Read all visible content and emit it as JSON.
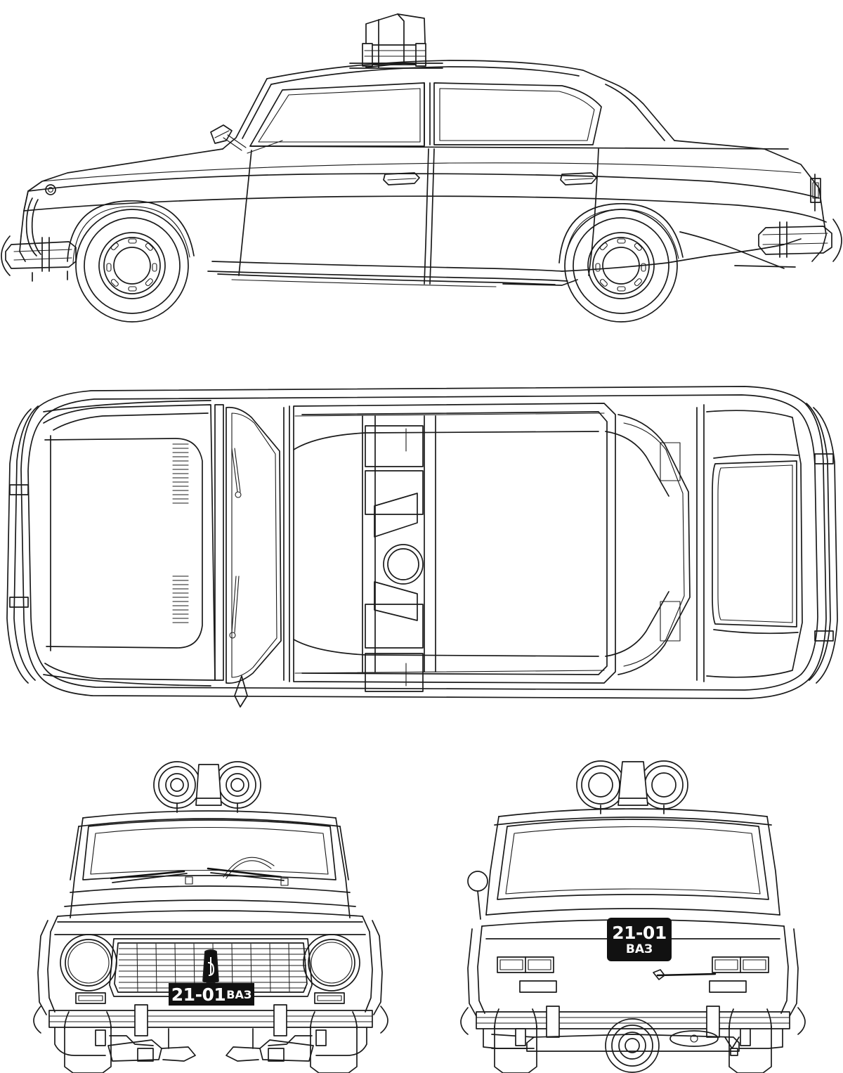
{
  "document": {
    "kind": "vehicle-blueprint",
    "subject": "VAZ-2101 police car",
    "background_color": "#ffffff",
    "line_color": "#1a1a1a",
    "plate_background": "#111111",
    "plate_text_color": "#ffffff"
  },
  "views": [
    {
      "id": "side",
      "label": "side-elevation-view"
    },
    {
      "id": "top",
      "label": "top-plan-view"
    },
    {
      "id": "front",
      "label": "front-elevation-view"
    },
    {
      "id": "rear",
      "label": "rear-elevation-view"
    }
  ],
  "license_plates": {
    "front": {
      "number": "21-01",
      "marque": "ВАЗ",
      "layout": "single-line"
    },
    "rear": {
      "number": "21-01",
      "marque": "ВАЗ",
      "layout": "two-line"
    }
  },
  "equipment": {
    "roof_rack": "roof-mounted-equipment-rack",
    "beacons": 2,
    "loudspeakers": 2,
    "speaker_shape": "trapezoid",
    "beacon_shape": "circle",
    "antenna": "rear-deck-antenna"
  },
  "details": {
    "grille_columns": 10,
    "grille_rows": 8,
    "wheel_vent_slots": 8,
    "headlights": 2,
    "taillight_segments": 2,
    "wipers": 2,
    "doors_per_side": 2,
    "hood_louvers": true
  }
}
